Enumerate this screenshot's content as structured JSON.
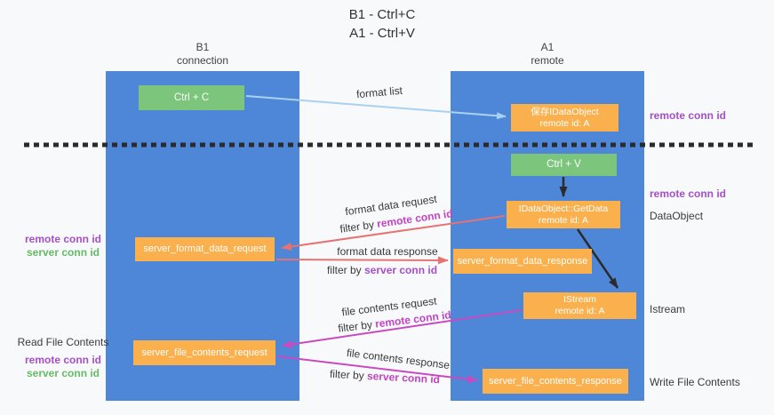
{
  "title": {
    "line1": "B1 - Ctrl+C",
    "line2": "A1 - Ctrl+V"
  },
  "lanes": {
    "left": {
      "name": "B1",
      "subtitle": "connection"
    },
    "right": {
      "name": "A1",
      "subtitle": "remote"
    }
  },
  "boxes": {
    "ctrl_c": "Ctrl + C",
    "ctrl_v": "Ctrl + V",
    "save_dataobject": {
      "line1": "保存IDataObject",
      "line2": "remote id: A"
    },
    "getdata": {
      "line1": "IDataObject::GetData",
      "line2": "remote id: A"
    },
    "istream": {
      "line1": "IStream",
      "line2": "remote id: A"
    },
    "server_format_data_request": "server_format_data_request",
    "server_format_data_response": "server_format_data_response",
    "server_file_contents_request": "server_file_contents_request",
    "server_file_contents_response": "server_file_contents_response"
  },
  "edge_labels": {
    "format_list": "format list",
    "format_data_request": "format data request",
    "format_data_response": "format data response",
    "file_contents_request": "file contents request",
    "file_contents_response": "file contents response",
    "filter_by": "filter by",
    "remote_conn_id": "remote conn id",
    "server_conn_id": "server conn id"
  },
  "side_labels": {
    "remote_conn_id": "remote conn id",
    "server_conn_id": "server conn id",
    "read_file_contents": "Read File Contents",
    "write_file_contents": "Write File Contents",
    "dataobject": "DataObject",
    "istream": "Istream"
  },
  "colors": {
    "lane_blue": "#4e86d8",
    "box_green": "#7cc57c",
    "box_orange": "#f9b04d",
    "arrow_light_blue": "#a9d1f0",
    "arrow_red": "#e57373",
    "arrow_magenta": "#c94ac0",
    "arrow_black": "#2b2b2b",
    "text_purple": "#a64fc8",
    "text_magenta": "#c343c3",
    "text_green": "#66bb66",
    "background": "#f8f9fa"
  }
}
